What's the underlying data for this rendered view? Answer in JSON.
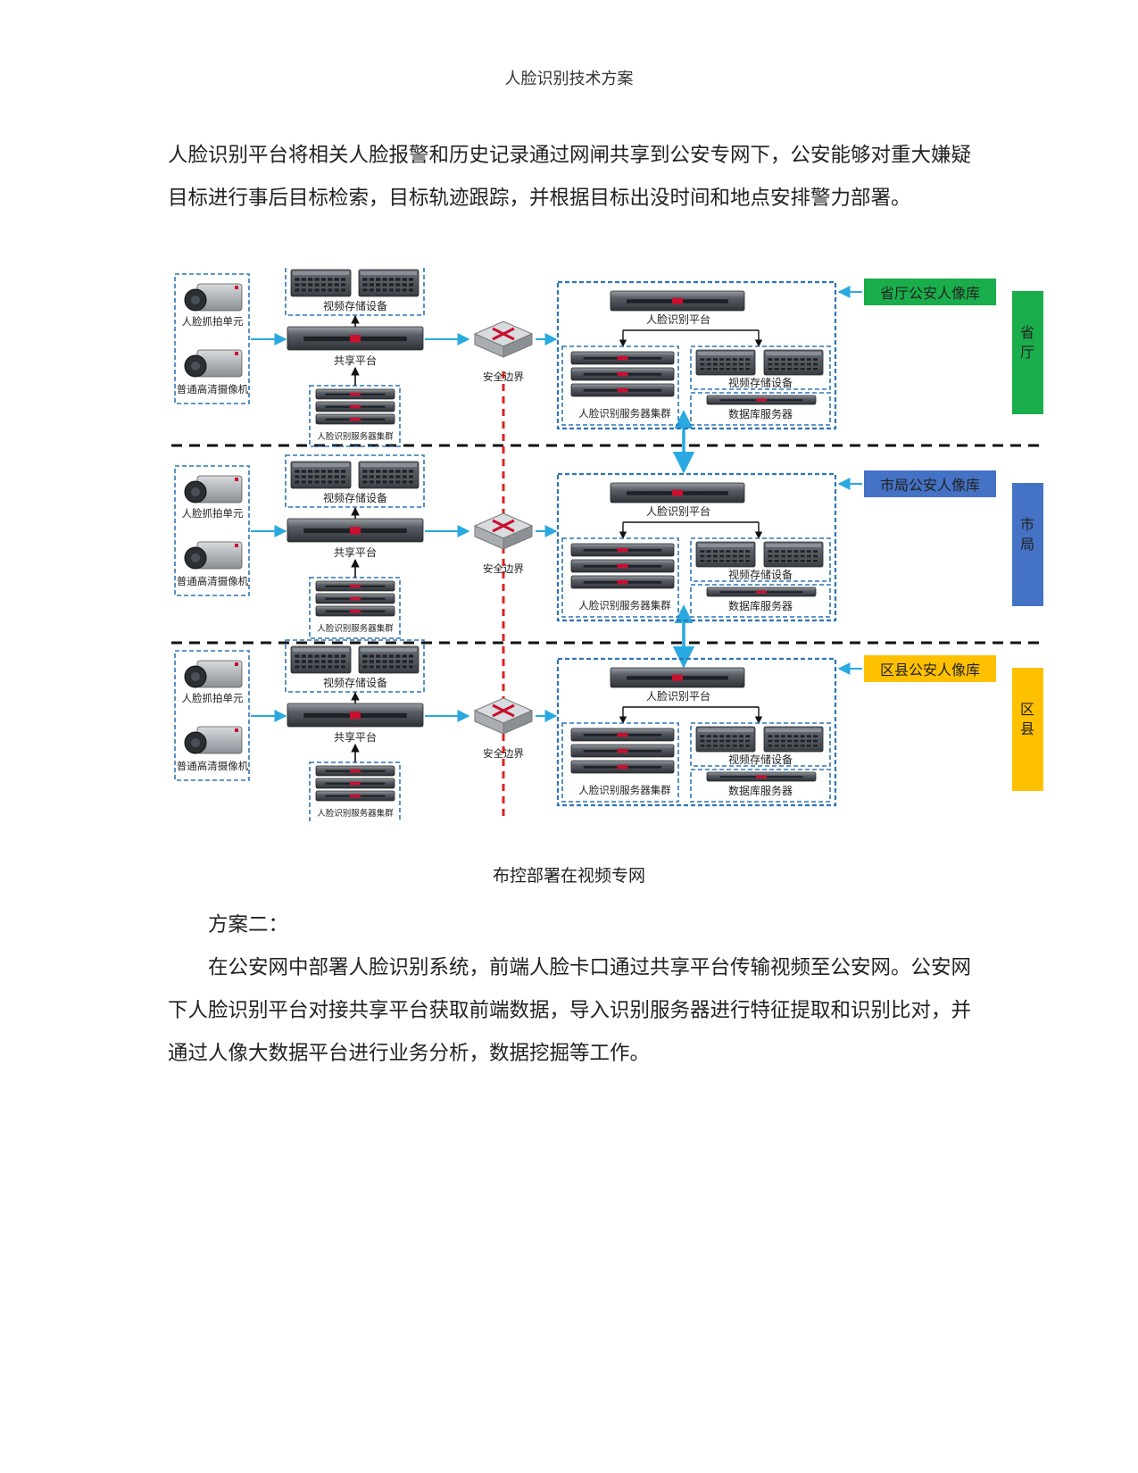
{
  "header": "人脸识别技术方案",
  "paragraph_1": "人脸识别平台将相关人脸报警和历史记录通过网闸共享到公安专网下，公安能够对重大嫌疑目标进行事后目标检索，目标轨迹跟踪，并根据目标出没时间和地点安排警力部署。",
  "diagram": {
    "tiers": [
      {
        "camera_1": "人脸抓拍单元",
        "camera_2": "普通高清摄像机",
        "storage": "视频存储设备",
        "share": "共享平台",
        "cluster": "人脸识别服务器集群",
        "boundary": "安全边界",
        "platform": "人脸识别平台",
        "right_cluster": "人脸识别服务器集群",
        "right_storage": "视频存储设备",
        "database": "数据库服务器",
        "db_label": "省厅公安人像库",
        "side_1": "省",
        "side_2": "厅"
      },
      {
        "camera_1": "人脸抓拍单元",
        "camera_2": "普通高清摄像机",
        "storage": "视频存储设备",
        "share": "共享平台",
        "cluster": "人脸识别服务器集群",
        "boundary": "安全边界",
        "platform": "人脸识别平台",
        "right_cluster": "人脸识别服务器集群",
        "right_storage": "视频存储设备",
        "database": "数据库服务器",
        "db_label": "市局公安人像库",
        "side_1": "市",
        "side_2": "局"
      },
      {
        "camera_1": "人脸抓拍单元",
        "camera_2": "普通高清摄像机",
        "storage": "视频存储设备",
        "share": "共享平台",
        "cluster": "人脸识别服务器集群",
        "boundary": "安全边界",
        "platform": "人脸识别平台",
        "right_cluster": "人脸识别服务器集群",
        "right_storage": "视频存储设备",
        "database": "数据库服务器",
        "db_label": "区县公安人像库",
        "side_1": "区",
        "side_2": "县"
      }
    ],
    "colors": {
      "tier_1": "#1aad4b",
      "tier_2": "#4472c4",
      "tier_3": "#ffc000",
      "arrow": "#29a9e0",
      "boundary": "#e02020",
      "box": "#2e75b6"
    }
  },
  "caption": "布控部署在视频专网",
  "heading_2": "方案二：",
  "paragraph_2": "在公安网中部署人脸识别系统，前端人脸卡口通过共享平台传输视频至公安网。公安网下人脸识别平台对接共享平台获取前端数据，导入识别服务器进行特征提取和识别比对，并通过人像大数据平台进行业务分析，数据挖掘等工作。"
}
